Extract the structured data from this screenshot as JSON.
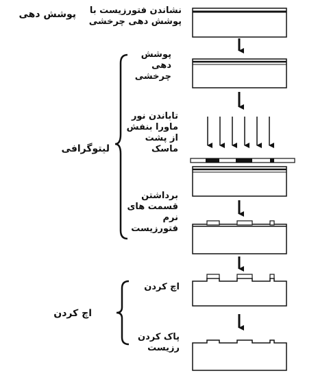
{
  "sections": {
    "coating": "پوشش دهی",
    "lithography": "لیتوگرافی",
    "etching": "اچ کردن"
  },
  "steps": [
    {
      "label": [
        "نشاندن فتورزیست با",
        "پوشش دهی چرخشی"
      ]
    },
    {
      "label": [
        "پوشش",
        "دهی",
        "چرخشی"
      ]
    },
    {
      "label": [
        "تاباندن نور",
        "ماورا بنفش",
        "از پشت",
        "ماسک"
      ]
    },
    {
      "label": [
        "برداشتن",
        "قسمت های",
        "نرم",
        "فتورزیست"
      ]
    },
    {
      "label": [
        "اچ کردن"
      ]
    },
    {
      "label": [
        "پاک کردن",
        "رزیست"
      ]
    }
  ],
  "colors": {
    "ink": "#111111",
    "background": "#ffffff"
  }
}
